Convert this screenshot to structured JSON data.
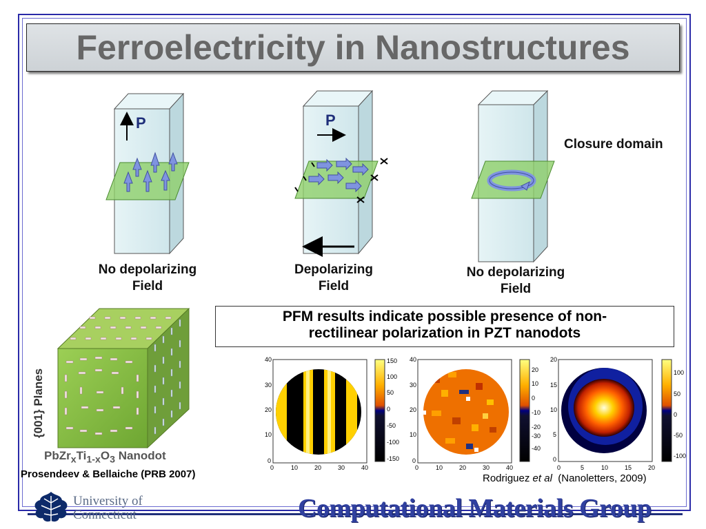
{
  "title": "Ferroelectricity in Nanostructures",
  "diagrams": [
    {
      "polarization_label": "P",
      "caption_line1": "No depolarizing",
      "caption_line2": "Field"
    },
    {
      "polarization_label": "P",
      "caption_line1": "Depolarizing",
      "caption_line2": "Field"
    },
    {
      "caption_line1": "No depolarizing",
      "caption_line2": "Field",
      "annotation": "Closure domain"
    }
  ],
  "nanodot": {
    "planes_label": "{001} Planes",
    "compound_parts": [
      "PbZr",
      "x",
      "Ti",
      "1-x",
      "O",
      "3",
      " Nanodot"
    ],
    "credit": "Prosendeev & Bellaiche (PRB 2007)"
  },
  "pfm": {
    "line1": "PFM results indicate possible presence of non-",
    "line2": "rectilinear polarization in PZT nanodots"
  },
  "plots": [
    {
      "x_ticks": [
        "0",
        "10",
        "20",
        "30",
        "40"
      ],
      "y_ticks": [
        "0",
        "10",
        "20",
        "30",
        "40"
      ],
      "colorbar_ticks": [
        "150",
        "100",
        "50",
        "0",
        "-50",
        "-100",
        "-150"
      ]
    },
    {
      "x_ticks": [
        "0",
        "10",
        "20",
        "30",
        "40"
      ],
      "y_ticks": [
        "0",
        "10",
        "20",
        "30",
        "40"
      ],
      "colorbar_ticks": [
        "20",
        "10",
        "0",
        "-10",
        "-20",
        "-30",
        "-40"
      ]
    },
    {
      "x_ticks": [
        "0",
        "5",
        "10",
        "15",
        "20"
      ],
      "y_ticks": [
        "0",
        "5",
        "10",
        "15",
        "20"
      ],
      "colorbar_ticks": [
        "100",
        "50",
        "0",
        "-50",
        "-100"
      ]
    }
  ],
  "credit_right": {
    "authors": "Rodriguez ",
    "etal": "et al",
    "journal": "  (Nanoletters, 2009)"
  },
  "footer": {
    "university_line1": "University of",
    "university_line2": "Connecticut",
    "group": "Computational Materials Group"
  },
  "colors": {
    "frame": "#2a2aa8",
    "title_text": "#676767",
    "group_text": "#3040a0",
    "prism": "#d8eef2",
    "plane": "#8fcf6a",
    "arrow": "#7f94e0"
  }
}
